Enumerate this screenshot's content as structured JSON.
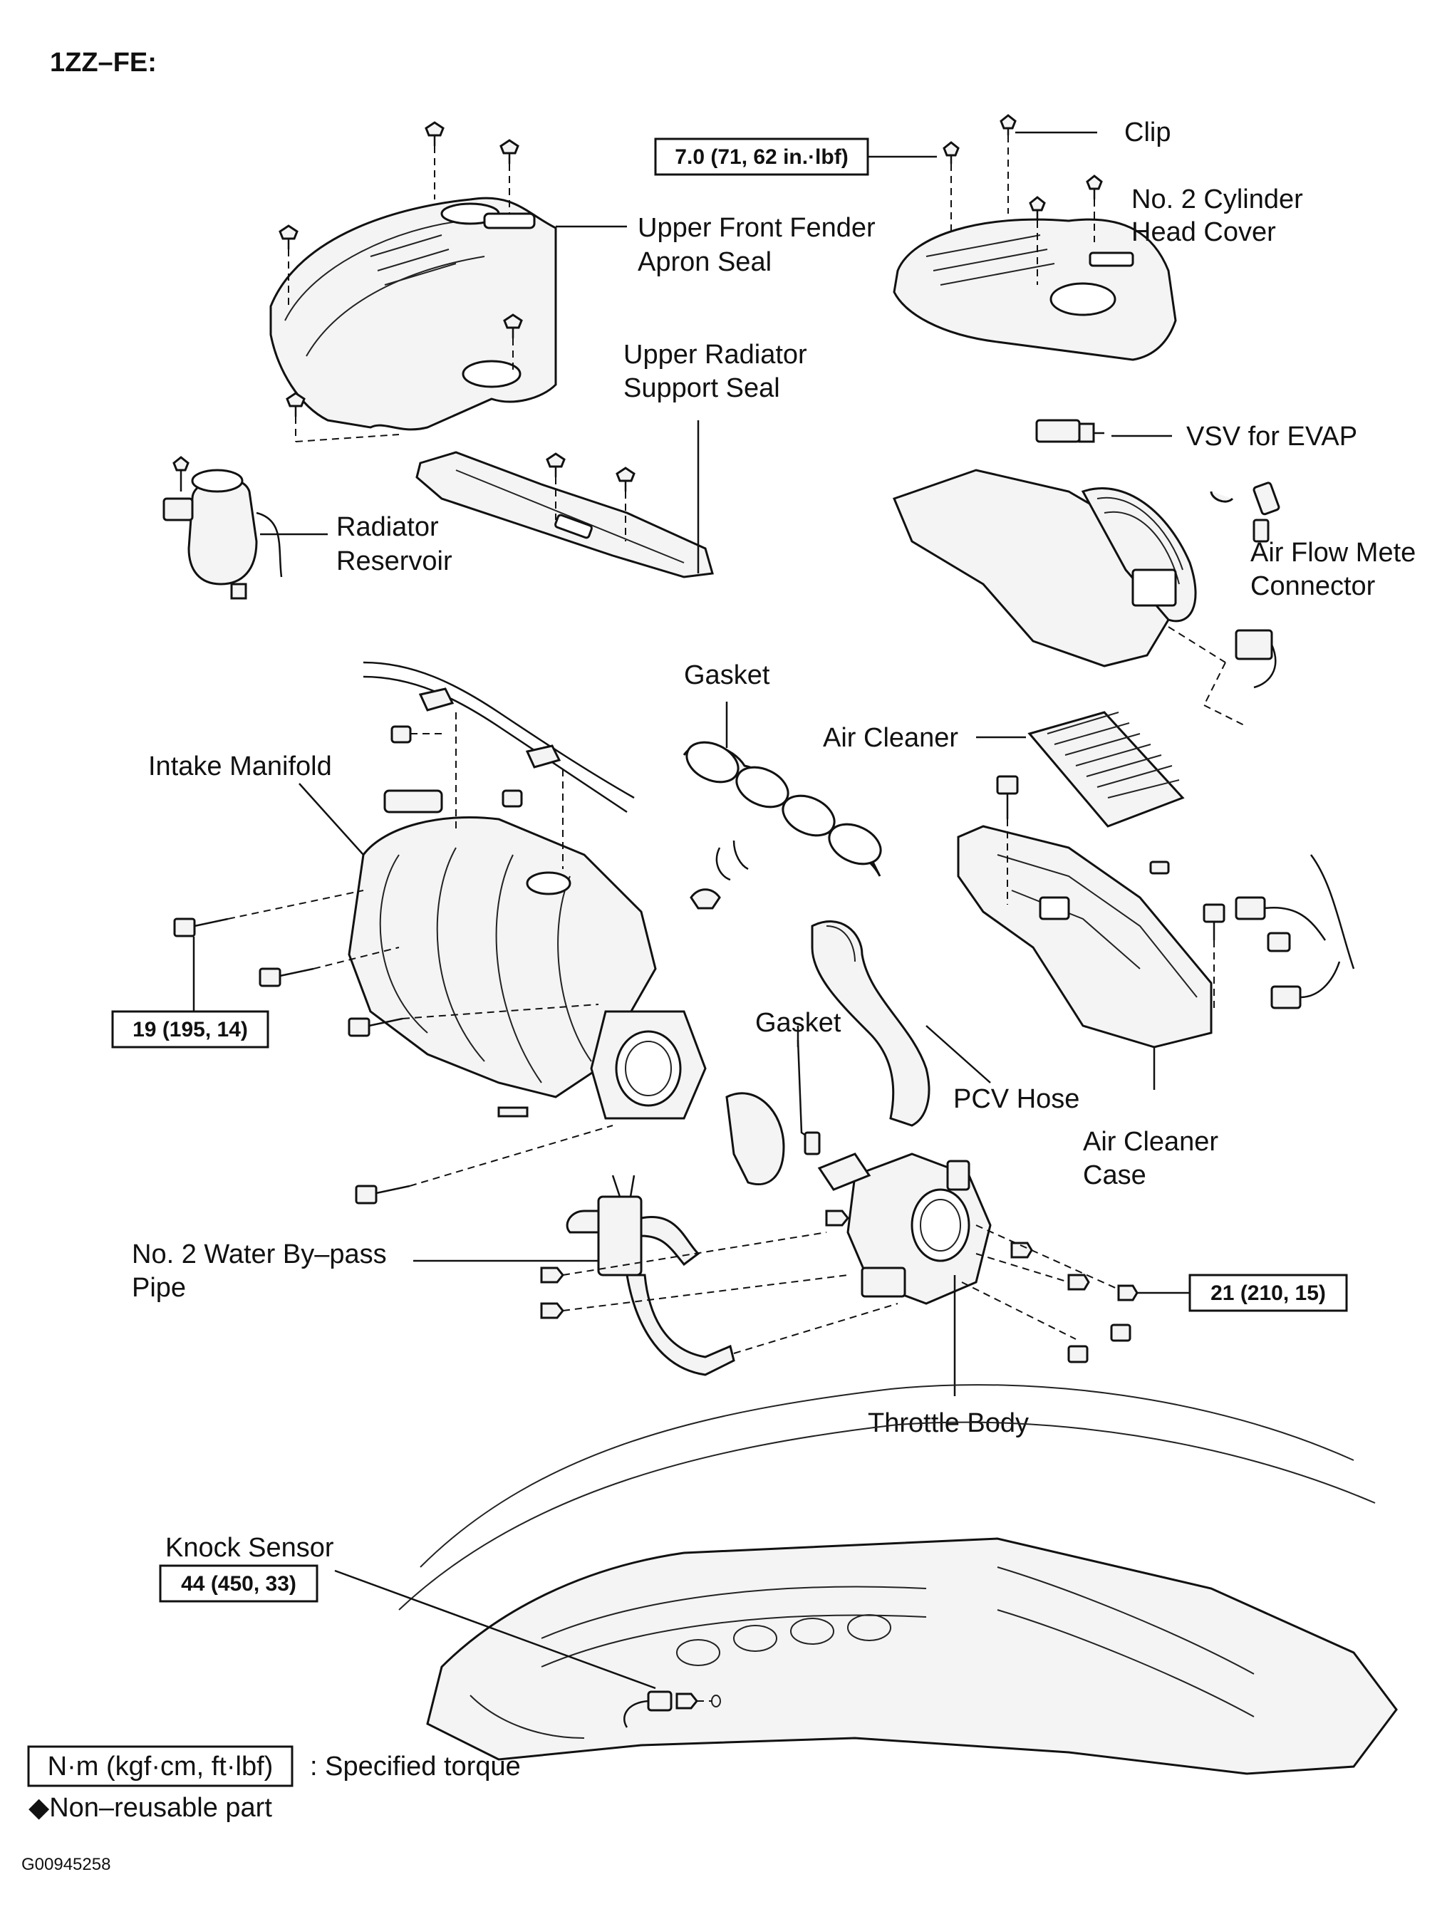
{
  "title": "1ZZ–FE:",
  "labels": {
    "clip": "Clip",
    "head_cover_1": "No. 2 Cylinder",
    "head_cover_2": "Head Cover",
    "apron_seal_1": "Upper Front Fender",
    "apron_seal_2": "Apron Seal",
    "radiator_seal_1": "Upper Radiator",
    "radiator_seal_2": "Support Seal",
    "vsv": "VSV for EVAP",
    "radiator_reservoir_1": "Radiator",
    "radiator_reservoir_2": "Reservoir",
    "air_flow_1": "Air Flow Mete",
    "air_flow_2": "Connector",
    "gasket_top": "Gasket",
    "air_cleaner": "Air Cleaner",
    "intake_manifold": "Intake Manifold",
    "gasket_mid": "Gasket",
    "pcv_hose": "PCV Hose",
    "air_cleaner_case_1": "Air Cleaner",
    "air_cleaner_case_2": "Case",
    "water_bypass_1": "No. 2 Water By–pass",
    "water_bypass_2": "Pipe",
    "throttle_body": "Throttle Body",
    "knock_sensor": "Knock Sensor"
  },
  "torques": {
    "head_cover": "7.0 (71, 62 in.·lbf)",
    "manifold": "19 (195, 14)",
    "throttle": "21 (210, 15)",
    "knock": "44 (450, 33)"
  },
  "legend": {
    "unit_box": "N·m (kgf·cm, ft·lbf)",
    "unit_text": ": Specified torque",
    "non_reusable": "◆Non–reusable part"
  },
  "figure_id": "G00945258"
}
